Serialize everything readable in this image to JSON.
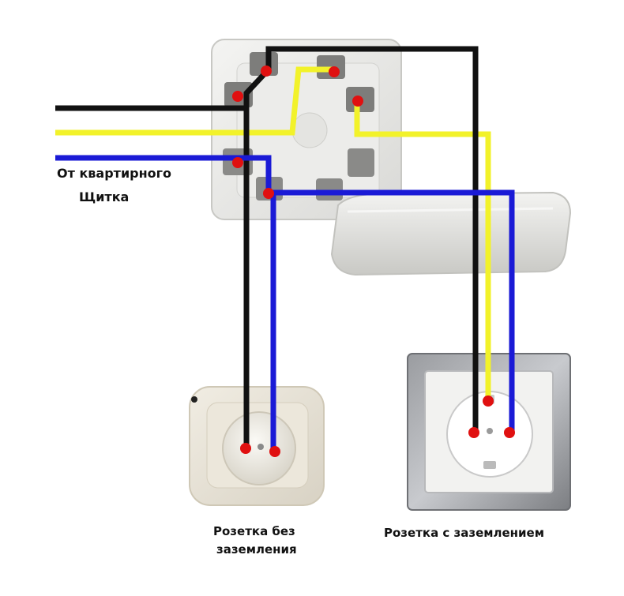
{
  "labels": {
    "source_line1": "От квартирного",
    "source_line2": "Щитка",
    "socket_plain_line1": "Розетка без",
    "socket_plain_line2": "заземления",
    "socket_grounded": "Розетка с заземлением"
  },
  "wire_colors": {
    "phase": "#111111",
    "neutral": "#1a1ad6",
    "ground": "#f2f22a"
  },
  "terminal_color": "#e01010"
}
